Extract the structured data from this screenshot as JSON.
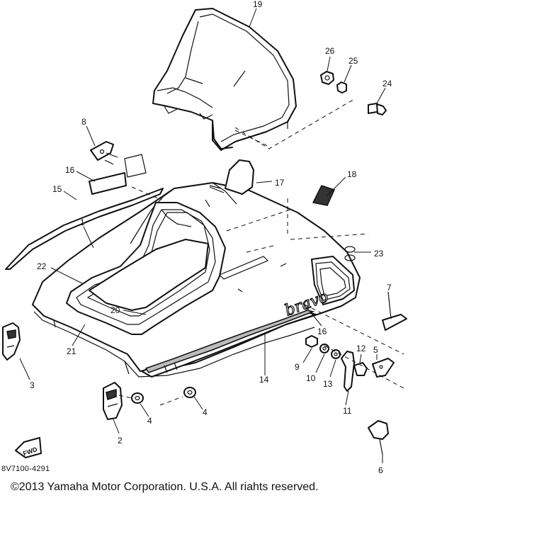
{
  "diagram": {
    "doc_code": "8V7100-4291",
    "copyright": "©2013 Yamaha Motor Corporation. U.S.A. All riahts reserved.",
    "front_marker": "FWD",
    "decal_text": "bravo",
    "callouts": [
      "19",
      "26",
      "25",
      "24",
      "8",
      "16",
      "15",
      "17",
      "18",
      "1",
      "23",
      "22",
      "7",
      "20",
      "16",
      "21",
      "14",
      "9",
      "10",
      "12",
      "5",
      "13",
      "3",
      "11",
      "2",
      "4",
      "4",
      "6"
    ]
  }
}
